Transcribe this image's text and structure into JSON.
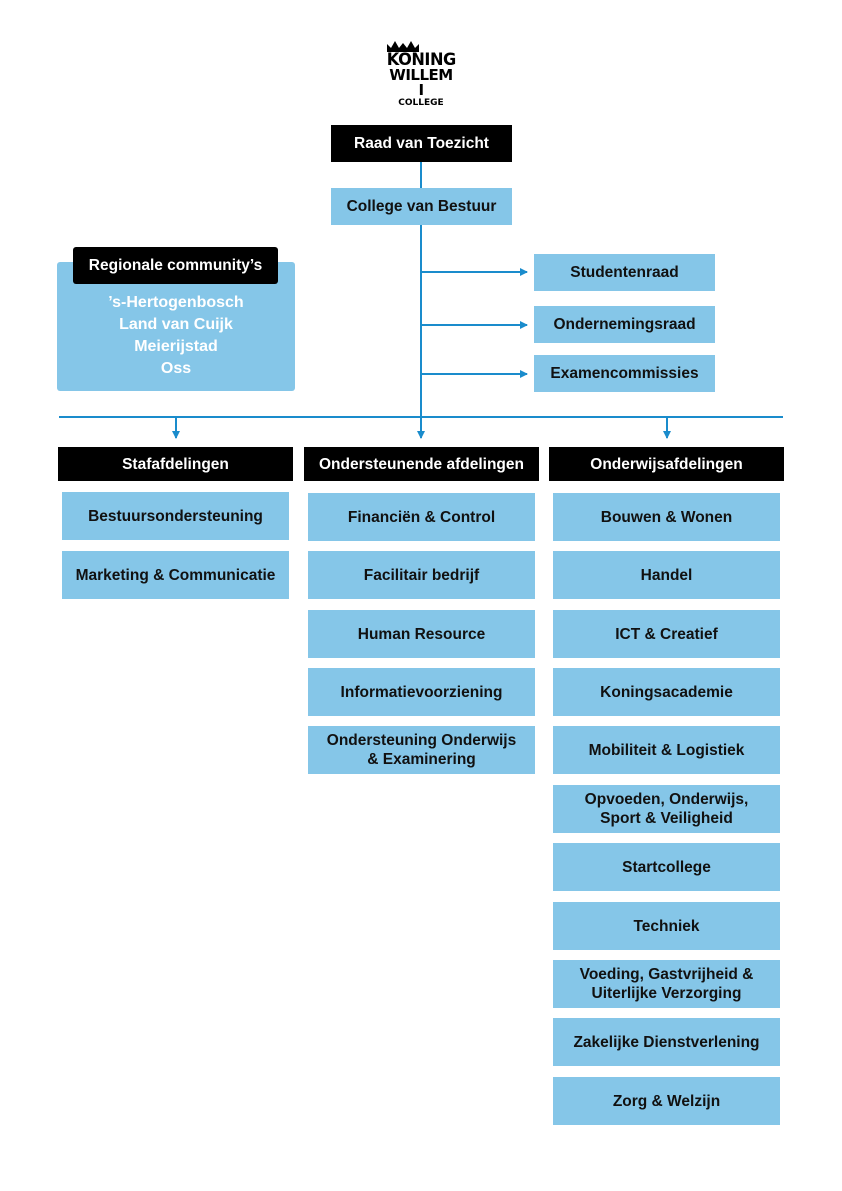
{
  "logo": {
    "line1": "KONING",
    "line2": "WILLEM I",
    "line3": "COLLEGE"
  },
  "top": {
    "supervisory_board": "Raad van Toezicht",
    "executive_board": "College van Bestuur"
  },
  "advisory": [
    "Studentenraad",
    "Ondernemingsraad",
    "Examencommissies"
  ],
  "regional": {
    "title": "Regionale community’s",
    "places": [
      "’s-Hertogenbosch",
      "Land van Cuijk",
      "Meierijstad",
      "Oss"
    ]
  },
  "columns": {
    "staff": {
      "title": "Stafafdelingen",
      "items": [
        "Bestuursondersteuning",
        "Marketing & Communicatie"
      ]
    },
    "support": {
      "title": "Ondersteunende afdelingen",
      "items": [
        "Financiën & Control",
        "Facilitair bedrijf",
        "Human Resource",
        "Informatievoorziening",
        "Ondersteuning Onderwijs\n& Examinering"
      ]
    },
    "education": {
      "title": "Onderwijsafdelingen",
      "items": [
        "Bouwen & Wonen",
        "Handel",
        "ICT & Creatief",
        "Koningsacademie",
        "Mobiliteit & Logistiek",
        "Opvoeden, Onderwijs,\nSport & Veiligheid",
        "Startcollege",
        "Techniek",
        "Voeding, Gastvrijheid &\nUiterlijke Verzorging",
        "Zakelijke Dienstverlening",
        "Zorg & Welzijn"
      ]
    }
  },
  "colors": {
    "line": "#1a8ccc",
    "box_light": "#85c6e8",
    "box_dark": "#000000"
  }
}
